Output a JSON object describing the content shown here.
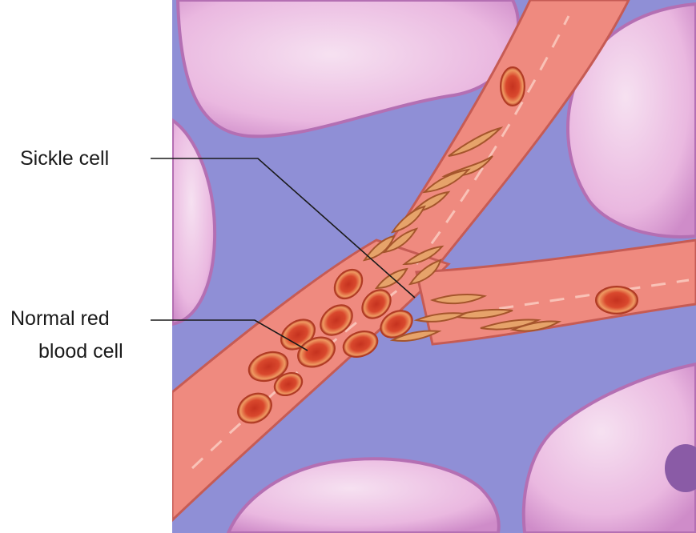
{
  "labels": {
    "sickle_cell": "Sickle cell",
    "normal_rbc_line1": "Normal red",
    "normal_rbc_line2": "blood cell"
  },
  "colors": {
    "background": "#ffffff",
    "tissue_fluid": "#8f8fd6",
    "tissue_cell": "#e8b6df",
    "tissue_cell_edge": "#b46fb3",
    "vessel": "#ef8a7f",
    "vessel_edge": "#c65b54",
    "rbc": "#d7482e",
    "rbc_rim": "#f0a36c",
    "sickle": "#e6a36a",
    "nucleus": "#8a5ba6",
    "leader_line": "#1a1a1a"
  }
}
